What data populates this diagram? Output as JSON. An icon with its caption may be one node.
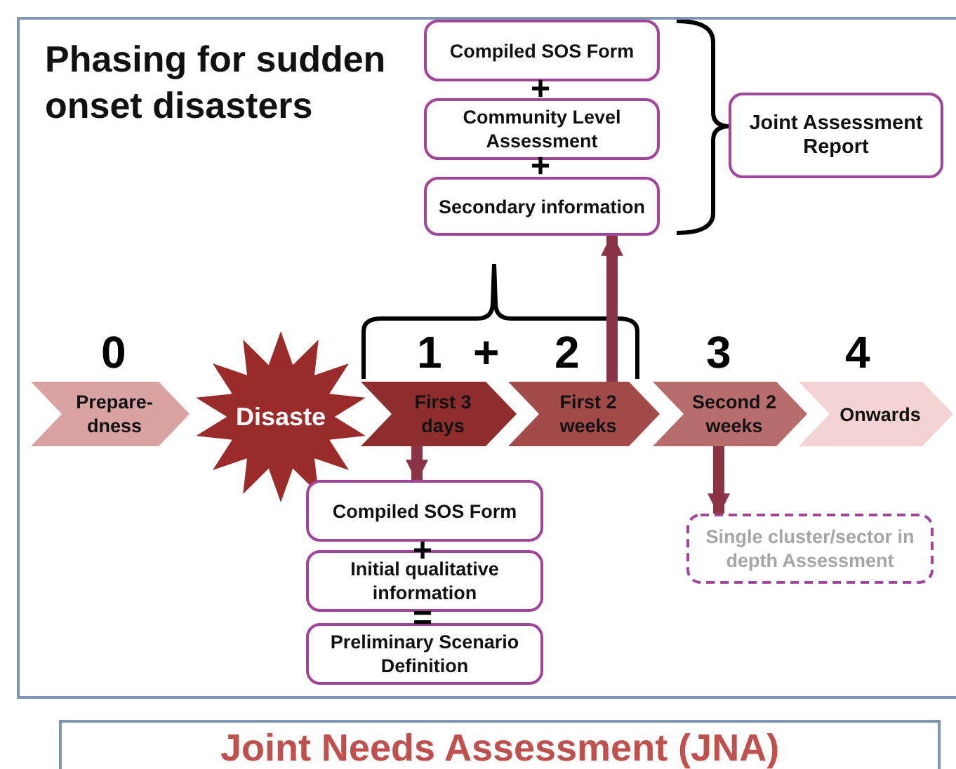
{
  "diagram": {
    "title": "Phasing for sudden onset disasters",
    "caption": "Joint Needs Assessment (JNA)",
    "nodes": [
      {
        "text": [
          "Compiled SOS Form"
        ]
      },
      {
        "text": [
          "Community Level Assessment"
        ]
      },
      {
        "text": [
          "Secondary information"
        ]
      },
      {
        "text": [
          "Joint Assessment Report"
        ]
      },
      {
        "text": [
          "Prepare- dness"
        ],
        "beside": [
          "0"
        ]
      },
      {
        "text": [
          "Disaste"
        ]
      },
      {
        "text": [
          "First 3 days"
        ],
        "beside": [
          "1"
        ]
      },
      {
        "text": [
          "First 2 weeks"
        ],
        "beside": [
          "2"
        ]
      },
      {
        "text": [
          "Second 2 weeks"
        ],
        "beside": [
          "3"
        ]
      },
      {
        "text": [
          "Onwards"
        ],
        "beside": [
          "4"
        ]
      },
      {
        "text": [
          "Compiled SOS Form"
        ]
      },
      {
        "text": [
          "Initial qualitative information"
        ]
      },
      {
        "text": [
          "Preliminary Scenario Definition"
        ]
      },
      {
        "text": [
          "Single cluster/sector in depth Assessment"
        ]
      }
    ],
    "edges": [
      {
        "from": 7,
        "to": 2,
        "arrow": "to"
      },
      {
        "from": 6,
        "to": 10,
        "arrow": "to"
      },
      {
        "from": 8,
        "to": 13,
        "arrow": "to"
      }
    ],
    "labels": [
      "+",
      "+",
      "+",
      "+",
      "="
    ]
  }
}
